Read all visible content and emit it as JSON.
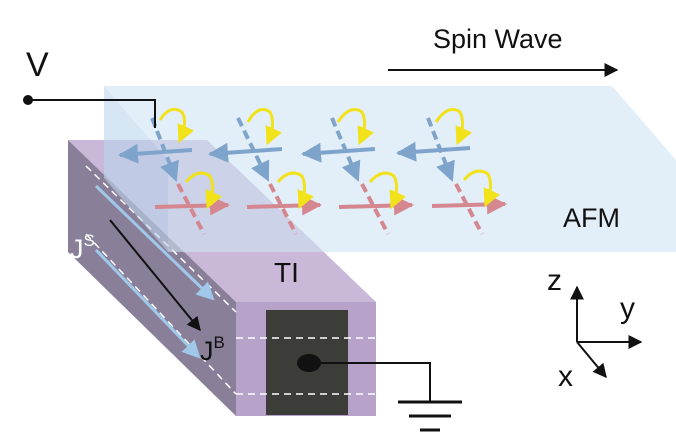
{
  "labels": {
    "spin_wave": "Spin Wave",
    "voltage": "V",
    "afm": "AFM",
    "ti": "TI",
    "j_s_base": "J",
    "j_s_sup": "S",
    "j_b_base": "J",
    "j_b_sup": "B",
    "axis_z": "z",
    "axis_y": "y",
    "axis_x": "x"
  },
  "colors": {
    "afm_fill": "#cfe3f3",
    "ti_front": "#8a7f98",
    "ti_top": "#c9b8d8",
    "ti_end": "#b7a2c9",
    "contact": "#3c3c38",
    "spin_up_sublattice": "#7ea4cc",
    "spin_down_sublattice": "#d4878f",
    "precession": "#f2e21a",
    "surface_current": "#9fc8ea",
    "bulk_current": "#111111"
  }
}
